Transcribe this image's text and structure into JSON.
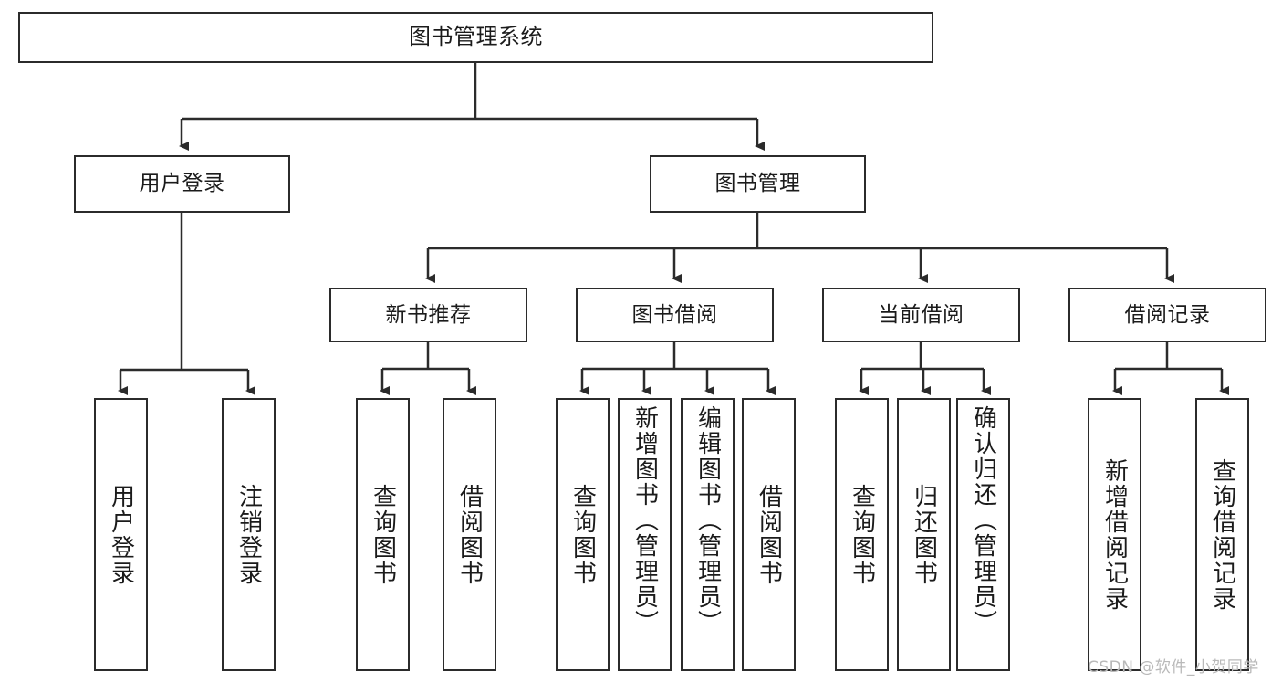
{
  "diagram": {
    "title": "图书管理系统",
    "watermark": "CSDN @软件_小贺同学",
    "line_color": "#2b2b2b",
    "box_fill": "#ffffff",
    "text_color": "#1b1b1b",
    "watermark_color": "#b9b9b9",
    "levels": {
      "root": {
        "label": "图书管理系统"
      },
      "level1": [
        {
          "label": "用户登录"
        },
        {
          "label": "图书管理"
        }
      ],
      "level2": [
        {
          "label": "新书推荐"
        },
        {
          "label": "图书借阅"
        },
        {
          "label": "当前借阅"
        },
        {
          "label": "借阅记录"
        }
      ],
      "leaves": {
        "user_login": [
          {
            "label": "用户登录"
          },
          {
            "label": "注销登录"
          }
        ],
        "new_book_recommend": [
          {
            "label": "查询图书"
          },
          {
            "label": "借阅图书"
          }
        ],
        "book_borrow": [
          {
            "label": "查询图书"
          },
          {
            "label": "新增图书（管理员）"
          },
          {
            "label": "编辑图书（管理员）"
          },
          {
            "label": "借阅图书"
          }
        ],
        "current_borrow": [
          {
            "label": "查询图书"
          },
          {
            "label": "归还图书"
          },
          {
            "label": "确认归还（管理员）"
          }
        ],
        "borrow_record": [
          {
            "label": "新增借阅记录"
          },
          {
            "label": "查询借阅记录"
          }
        ]
      }
    }
  }
}
